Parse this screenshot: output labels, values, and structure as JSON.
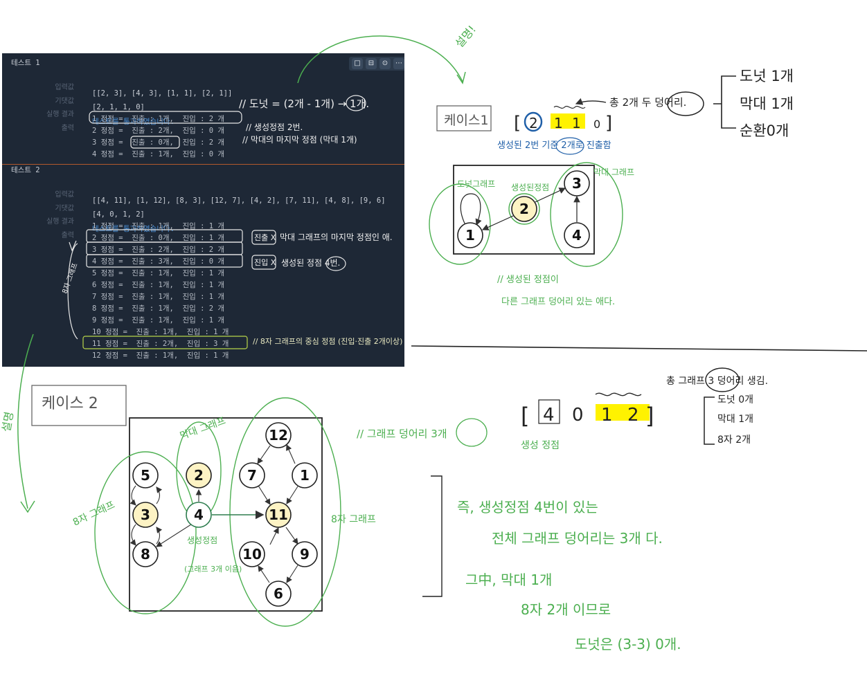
{
  "panel": {
    "test1_title": "테스트 1",
    "test2_title": "테스트 2",
    "labels": {
      "input": "입력값",
      "expected": "기댓값",
      "result": "실행 결과",
      "output": "출력"
    },
    "test1": {
      "input": "[[2, 3], [4, 3], [1, 1], [2, 1]]",
      "expected": "[2, 1, 1, 0]",
      "result": "테스트를 통과하였습니다.",
      "output": [
        "1 정점 =  진출 : 1개,  진입 : 2 개",
        "2 정점 =  진출 : 2개,  진입 : 0 개",
        "3 정점 =  진출 : 0개,  진입 : 2 개",
        "4 정점 =  진출 : 1개,  진입 : 0 개"
      ]
    },
    "test2": {
      "input": "[[4, 11], [1, 12], [8, 3], [12, 7], [4, 2], [7, 11], [4, 8], [9, 6]",
      "expected": "[4, 0, 1, 2]",
      "result": "테스트를 통과하였습니다.",
      "output": [
        "1 정점 =  진출 : 1개,  진입 : 1 개",
        "2 정점 =  진출 : 0개,  진입 : 1 개",
        "3 정점 =  진출 : 2개,  진입 : 2 개",
        "4 정점 =  진출 : 3개,  진입 : 0 개",
        "5 정점 =  진출 : 1개,  진입 : 1 개",
        "6 정점 =  진출 : 1개,  진입 : 1 개",
        "7 정점 =  진출 : 1개,  진입 : 1 개",
        "8 정점 =  진출 : 1개,  진입 : 2 개",
        "9 정점 =  진출 : 1개,  진입 : 1 개",
        "10 정점 =  진출 : 1개,  진입 : 1 개",
        "11 정점 =  진출 : 2개,  진입 : 3 개",
        "12 정점 =  진출 : 1개,  진입 : 1 개"
      ]
    },
    "toolbar_icons": [
      "comment-icon",
      "pin-icon",
      "download-icon",
      "more-icon"
    ]
  },
  "notes_panel": {
    "donut_formula": "// 도넛 = (2개 - 1개) → 1개.",
    "created_2": "// 생성정점 2번.",
    "stick_last": "// 막대의 마지막 정점 (막대 1개)",
    "no_out": "진출 X",
    "stick_last2": "막대 그래프의 마지막 정점인 애.",
    "no_in": "진입 X",
    "created_4": "생성된 정점 4번.",
    "fig8_label": "8자 그래프",
    "fig8_center": "// 8자 그래프의 중심 정점 (진입·진출 2개이상)"
  },
  "case1": {
    "title": "케이스1",
    "explain": "설명!",
    "array": [
      "2",
      "1",
      "1",
      "0"
    ],
    "total_note": "총 2개 두 덩어리.",
    "created_note": "생성된 2번 기준 2개로 진출함",
    "summary": [
      "도넛 1개",
      "막대 1개",
      "순환0개"
    ],
    "graph_labels": {
      "donut": "도넛그래프",
      "created": "생성된정점",
      "stick": "막대 그래프"
    },
    "nodes": [
      "1",
      "2",
      "3",
      "4"
    ],
    "bottom_note_1": "// 생성된 정점이",
    "bottom_note_2": "다른 그래프 덩어리 있는 애다."
  },
  "case2": {
    "title": "케이스 2",
    "explain": "설명",
    "array": [
      "4",
      "0",
      "1",
      "2"
    ],
    "created_label": "생성 정점",
    "total_note": "총 그래프 3 덩어리 생김.",
    "summary": [
      "도넛 0개",
      "막대 1개",
      "8자 2개"
    ],
    "graph_note": "// 그래프 덩어리 3개",
    "stick_label": "막대 그래프",
    "fig8_left": "8자 그래프",
    "fig8_right": "8자 그래프",
    "created_node": "생성정점",
    "created_node_sub": "(그래프 3개 이음)",
    "nodes": [
      "12",
      "5",
      "2",
      "7",
      "1",
      "3",
      "4",
      "11",
      "8",
      "10",
      "9",
      "6"
    ],
    "conclusion_1": "즉, 생성정점 4번이 있는",
    "conclusion_2": "전체 그래프 덩어리는 3개 다.",
    "conclusion_3": "그中, 막대 1개",
    "conclusion_4": "8자 2개 이므로",
    "conclusion_5": "도넛은 (3-3) 0개."
  },
  "colors": {
    "panel_bg": "#1e2836",
    "ink_green": "#4caf50",
    "ink_black": "#222222",
    "ink_blue": "#1f5fa8",
    "highlight": "#fff200"
  }
}
